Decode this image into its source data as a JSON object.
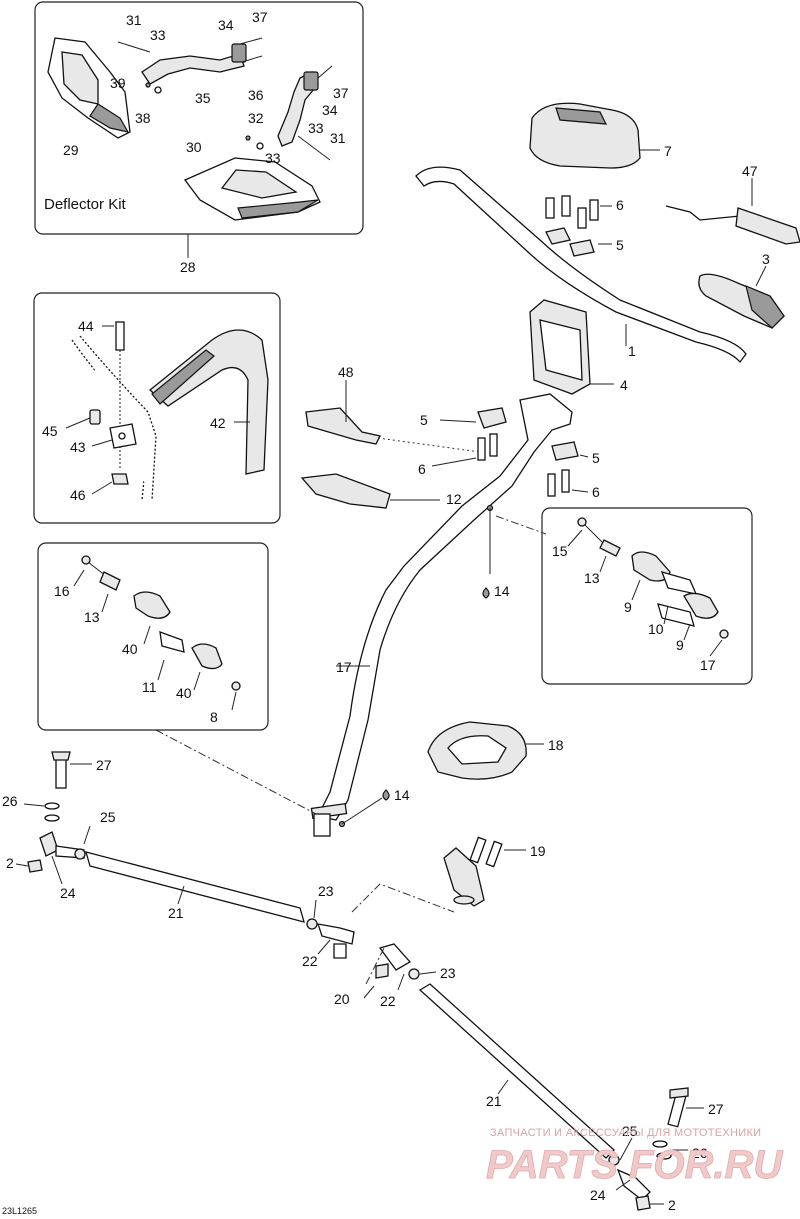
{
  "diagram": {
    "document_id": "23L1265",
    "kit_label": "Deflector Kit",
    "watermark": {
      "line1": "ЗАПЧАСТИ И АКСЕССУАРЫ ДЛЯ МОТОТЕХНИКИ",
      "line2": "PARTS FOR.RU"
    },
    "callouts": [
      {
        "id": "c31a",
        "label": "31"
      },
      {
        "id": "c33a",
        "label": "33"
      },
      {
        "id": "c34a",
        "label": "34"
      },
      {
        "id": "c37a",
        "label": "37"
      },
      {
        "id": "c39",
        "label": "39"
      },
      {
        "id": "c35",
        "label": "35"
      },
      {
        "id": "c38",
        "label": "38"
      },
      {
        "id": "c29",
        "label": "29"
      },
      {
        "id": "c30",
        "label": "30"
      },
      {
        "id": "c36",
        "label": "36"
      },
      {
        "id": "c32",
        "label": "32"
      },
      {
        "id": "c37b",
        "label": "37"
      },
      {
        "id": "c34b",
        "label": "34"
      },
      {
        "id": "c33b",
        "label": "33"
      },
      {
        "id": "c31b",
        "label": "31"
      },
      {
        "id": "c33c",
        "label": "33"
      },
      {
        "id": "c28",
        "label": "28"
      },
      {
        "id": "c7",
        "label": "7"
      },
      {
        "id": "c47",
        "label": "47"
      },
      {
        "id": "c6a",
        "label": "6"
      },
      {
        "id": "c5a",
        "label": "5"
      },
      {
        "id": "c3",
        "label": "3"
      },
      {
        "id": "c1",
        "label": "1"
      },
      {
        "id": "c4",
        "label": "4"
      },
      {
        "id": "c44",
        "label": "44"
      },
      {
        "id": "c42",
        "label": "42"
      },
      {
        "id": "c45",
        "label": "45"
      },
      {
        "id": "c43",
        "label": "43"
      },
      {
        "id": "c46",
        "label": "46"
      },
      {
        "id": "c48",
        "label": "48"
      },
      {
        "id": "c5b",
        "label": "5"
      },
      {
        "id": "c6b",
        "label": "6"
      },
      {
        "id": "c5c",
        "label": "5"
      },
      {
        "id": "c6c",
        "label": "6"
      },
      {
        "id": "c12",
        "label": "12"
      },
      {
        "id": "c15",
        "label": "15"
      },
      {
        "id": "c13a",
        "label": "13"
      },
      {
        "id": "c9a",
        "label": "9"
      },
      {
        "id": "c10",
        "label": "10"
      },
      {
        "id": "c9b",
        "label": "9"
      },
      {
        "id": "c17a",
        "label": "17"
      },
      {
        "id": "c14a",
        "label": "14"
      },
      {
        "id": "c16",
        "label": "16"
      },
      {
        "id": "c13b",
        "label": "13"
      },
      {
        "id": "c40a",
        "label": "40"
      },
      {
        "id": "c11",
        "label": "11"
      },
      {
        "id": "c40b",
        "label": "40"
      },
      {
        "id": "c17b",
        "label": "17"
      },
      {
        "id": "c8",
        "label": "8"
      },
      {
        "id": "c18",
        "label": "18"
      },
      {
        "id": "c14b",
        "label": "14"
      },
      {
        "id": "c27a",
        "label": "27"
      },
      {
        "id": "c26a",
        "label": "26"
      },
      {
        "id": "c25a",
        "label": "25"
      },
      {
        "id": "c2a",
        "label": "2"
      },
      {
        "id": "c24a",
        "label": "24"
      },
      {
        "id": "c19",
        "label": "19"
      },
      {
        "id": "c21a",
        "label": "21"
      },
      {
        "id": "c23a",
        "label": "23"
      },
      {
        "id": "c22a",
        "label": "22"
      },
      {
        "id": "c20",
        "label": "20"
      },
      {
        "id": "c22b",
        "label": "22"
      },
      {
        "id": "c23b",
        "label": "23"
      },
      {
        "id": "c21b",
        "label": "21"
      },
      {
        "id": "c27b",
        "label": "27"
      },
      {
        "id": "c25b",
        "label": "25"
      },
      {
        "id": "c26b",
        "label": "26"
      },
      {
        "id": "c24b",
        "label": "24"
      },
      {
        "id": "c2b",
        "label": "2"
      }
    ]
  }
}
